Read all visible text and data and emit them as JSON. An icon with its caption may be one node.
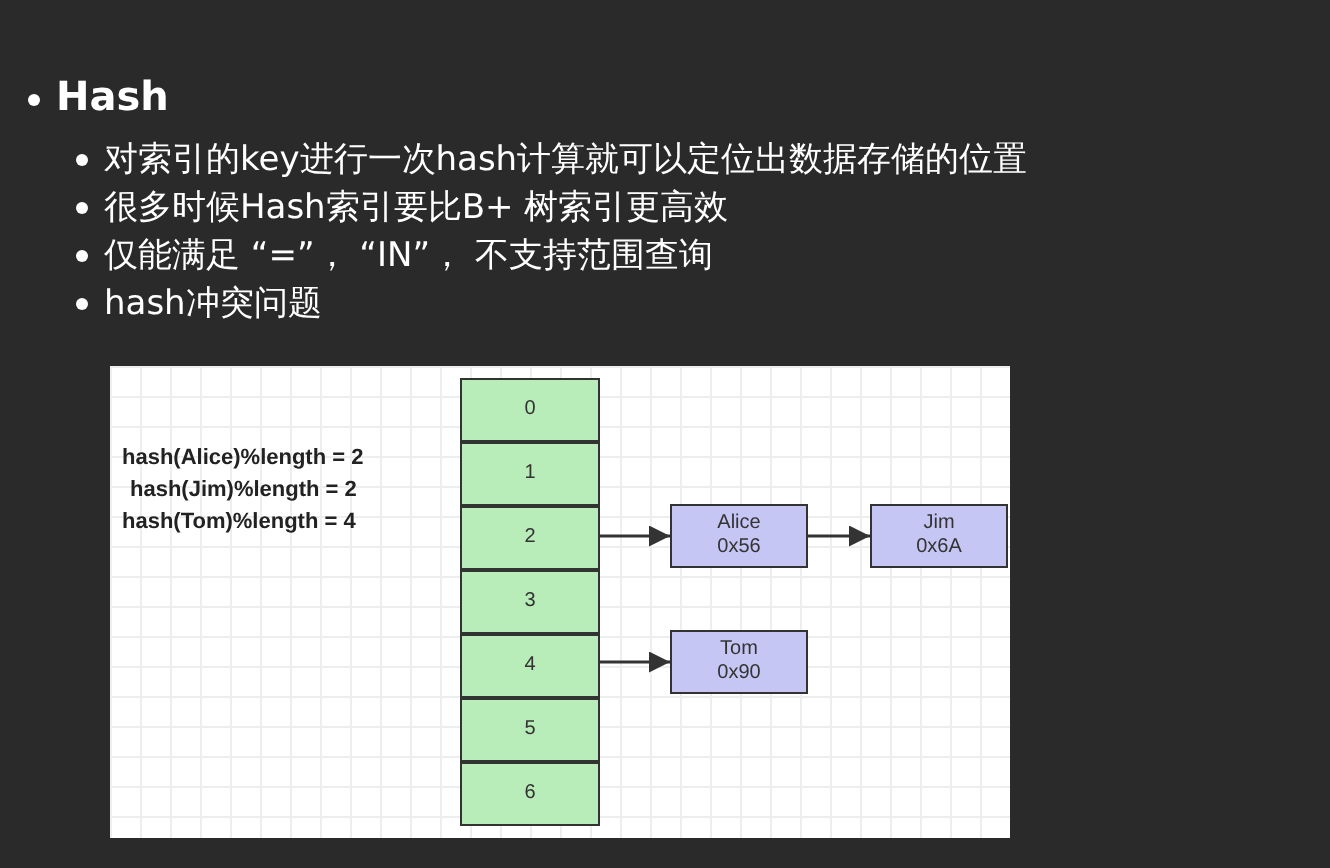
{
  "diagram": {
    "nodes": [
      {
        "text": [
          "0"
        ]
      },
      {
        "text": [
          "1"
        ]
      },
      {
        "text": [
          "2"
        ]
      },
      {
        "text": [
          "3"
        ]
      },
      {
        "text": [
          "4"
        ]
      },
      {
        "text": [
          "5"
        ]
      },
      {
        "text": [
          "6"
        ]
      },
      {
        "text": [
          "Alice",
          "0x56"
        ]
      },
      {
        "text": [
          "Jim",
          "0x6A"
        ]
      },
      {
        "text": [
          "Tom",
          "0x90"
        ]
      }
    ],
    "edges": [
      {
        "from": 2,
        "to": 7,
        "arrow": "to"
      },
      {
        "from": 7,
        "to": 8,
        "arrow": "to"
      },
      {
        "from": 4,
        "to": 9,
        "arrow": "to"
      }
    ],
    "labels": [
      "Hash",
      "对索引的key进行一次hash计算就可以定位出数据存储的位置",
      "很多时候Hash索引要比B+ 树索引更高效",
      "仅能满足 “=”， “IN”， 不支持范围查询",
      "hash冲突问题",
      "hash(Alice)%length = 2",
      "hash(Jim)%length = 2",
      "hash(Tom)%length = 4"
    ]
  }
}
